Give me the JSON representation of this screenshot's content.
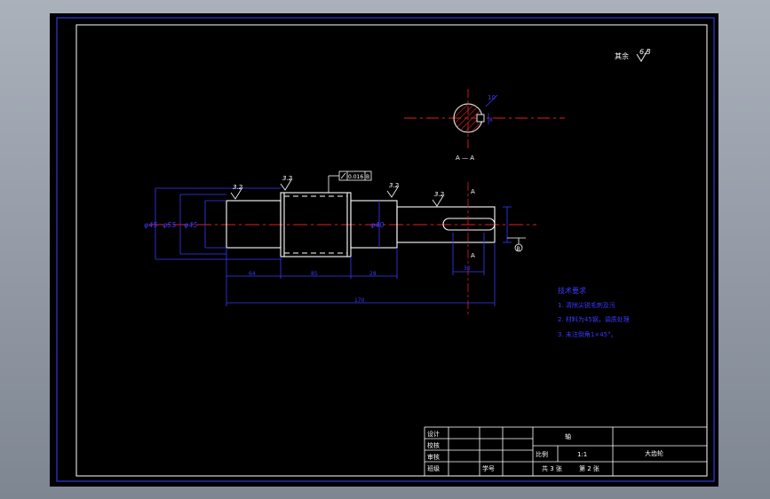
{
  "roughness_rest": {
    "prefix": "其余",
    "value": "6.3"
  },
  "section_view": {
    "label": "A — A",
    "dim_width": "10",
    "dim_depth": "8"
  },
  "datum_frame": {
    "tolerance": "0.016",
    "datum": "B"
  },
  "roughness_marks": [
    "3.2",
    "3.2",
    "3.2",
    "3.2"
  ],
  "shaft_diameters": {
    "d1": "φ45",
    "d2": "φ55",
    "d3": "φ45",
    "d4": "φ40"
  },
  "shaft_lengths": {
    "seg1": "64",
    "seg2": "85",
    "seg3": "28",
    "total": "170"
  },
  "keyway": {
    "depth": "30",
    "section_marker": "A",
    "datum_letter": "B"
  },
  "tech_requirements": {
    "title": "技术要求",
    "items": [
      "1. 清除尖锐毛刺及污",
      "2. 材料为45钢，调质处理",
      "3. 未注倒角1×45°。"
    ]
  },
  "title_block": {
    "rows": [
      "设计",
      "校核",
      "审核",
      "班级"
    ],
    "part_no_label": "学号",
    "drawing_name": "轴",
    "scale_label": "比例",
    "scale_value": "1:1",
    "sheets": "共 3 张",
    "sheet_no": "第 2 张",
    "school": "大齿轮"
  },
  "colors": {
    "frame": "#2a36c9",
    "geometry": "#ffffff",
    "dimension": "#3a3aff",
    "center": "#e02020",
    "roughness": "#ffffff",
    "text": "#ffffff"
  }
}
